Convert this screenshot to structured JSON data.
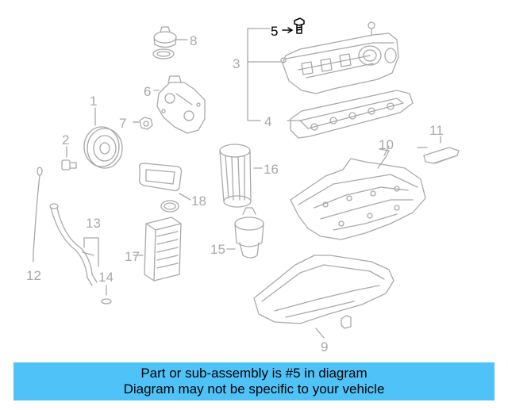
{
  "diagram": {
    "highlight_color": "#000000",
    "line_color": "#a9a9a9",
    "labels": [
      {
        "id": "1",
        "text": "1"
      },
      {
        "id": "2",
        "text": "2"
      },
      {
        "id": "3",
        "text": "3"
      },
      {
        "id": "4",
        "text": "4"
      },
      {
        "id": "5",
        "text": "5"
      },
      {
        "id": "6",
        "text": "6"
      },
      {
        "id": "7",
        "text": "7"
      },
      {
        "id": "8",
        "text": "8"
      },
      {
        "id": "9",
        "text": "9"
      },
      {
        "id": "10",
        "text": "10"
      },
      {
        "id": "11",
        "text": "11"
      },
      {
        "id": "12",
        "text": "12"
      },
      {
        "id": "13",
        "text": "13"
      },
      {
        "id": "14",
        "text": "14"
      },
      {
        "id": "15",
        "text": "15"
      },
      {
        "id": "16",
        "text": "16"
      },
      {
        "id": "17",
        "text": "17"
      },
      {
        "id": "18",
        "text": "18"
      }
    ]
  },
  "banner": {
    "color": "#4fc3f7",
    "line1": "Part or sub-assembly is #5 in diagram",
    "line2": "Diagram may not be specific to your vehicle"
  }
}
